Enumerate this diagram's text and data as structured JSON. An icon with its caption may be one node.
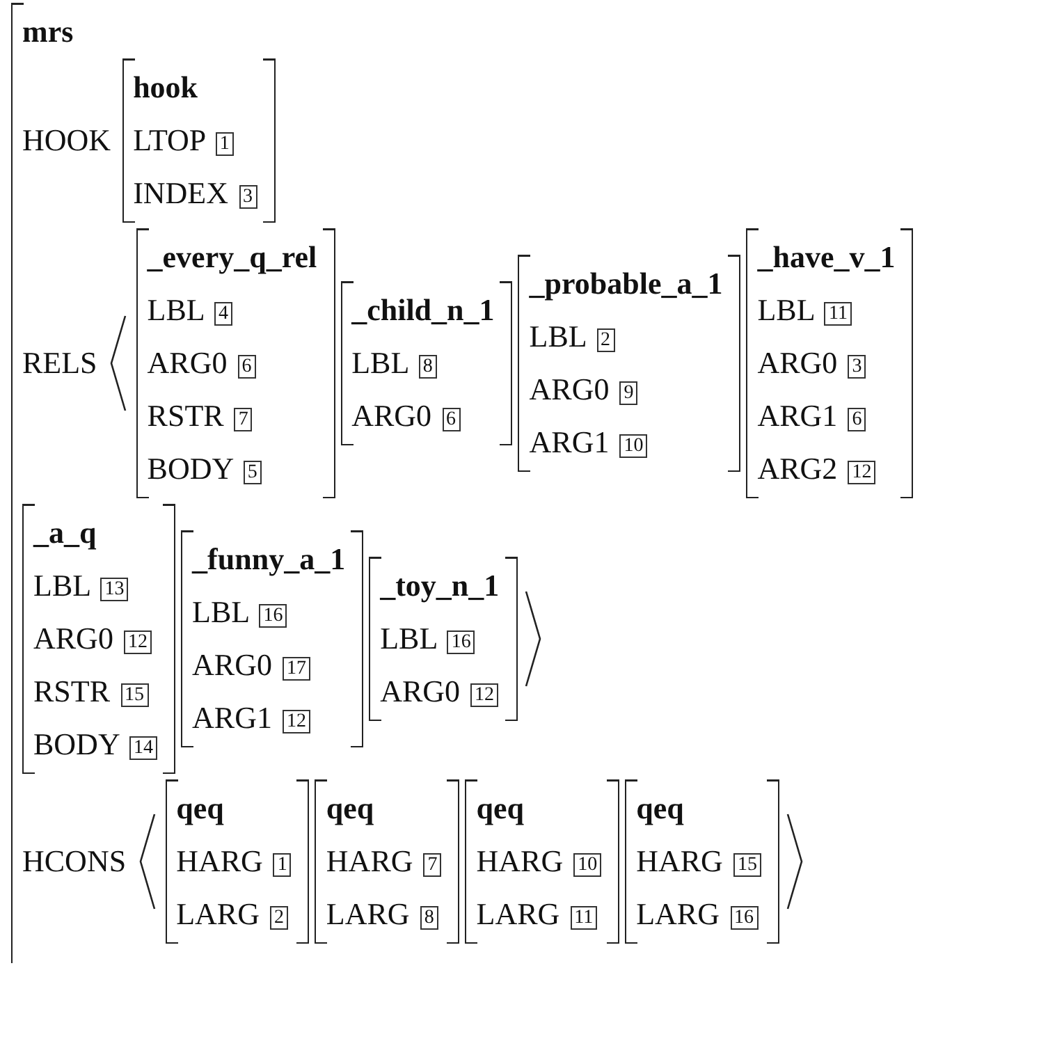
{
  "diagram": {
    "nodes": [
      {
        "text": [
          "mrs",
          "HOOK",
          "RELS",
          "HCONS"
        ]
      },
      {
        "text": [
          "hook",
          "LTOP 1",
          "INDEX 3"
        ],
        "in": 0
      },
      {
        "text": [
          "_every_q_rel",
          "LBL 4",
          "ARG0 6",
          "RSTR 7",
          "BODY 5"
        ],
        "in": 0
      },
      {
        "text": [
          "_child_n_1",
          "LBL 8",
          "ARG0 6"
        ],
        "in": 0
      },
      {
        "text": [
          "_probable_a_1",
          "LBL 2",
          "ARG0 9",
          "ARG1 10"
        ],
        "in": 0
      },
      {
        "text": [
          "_have_v_1",
          "LBL 11",
          "ARG0 3",
          "ARG1 6",
          "ARG2 12"
        ],
        "in": 0
      },
      {
        "text": [
          "_a_q",
          "LBL 13",
          "ARG0 12",
          "RSTR 15",
          "BODY 14"
        ],
        "in": 0
      },
      {
        "text": [
          "_funny_a_1",
          "LBL 16",
          "ARG0 17",
          "ARG1 12"
        ],
        "in": 0
      },
      {
        "text": [
          "_toy_n_1",
          "LBL 16",
          "ARG0 12"
        ],
        "in": 0
      },
      {
        "text": [
          "qeq",
          "HARG 1",
          "LARG 2"
        ],
        "in": 0
      },
      {
        "text": [
          "qeq",
          "HARG 7",
          "LARG 8"
        ],
        "in": 0
      },
      {
        "text": [
          "qeq",
          "HARG 10",
          "LARG 11"
        ],
        "in": 0
      },
      {
        "text": [
          "qeq",
          "HARG 15",
          "LARG 16"
        ],
        "in": 0
      }
    ]
  }
}
